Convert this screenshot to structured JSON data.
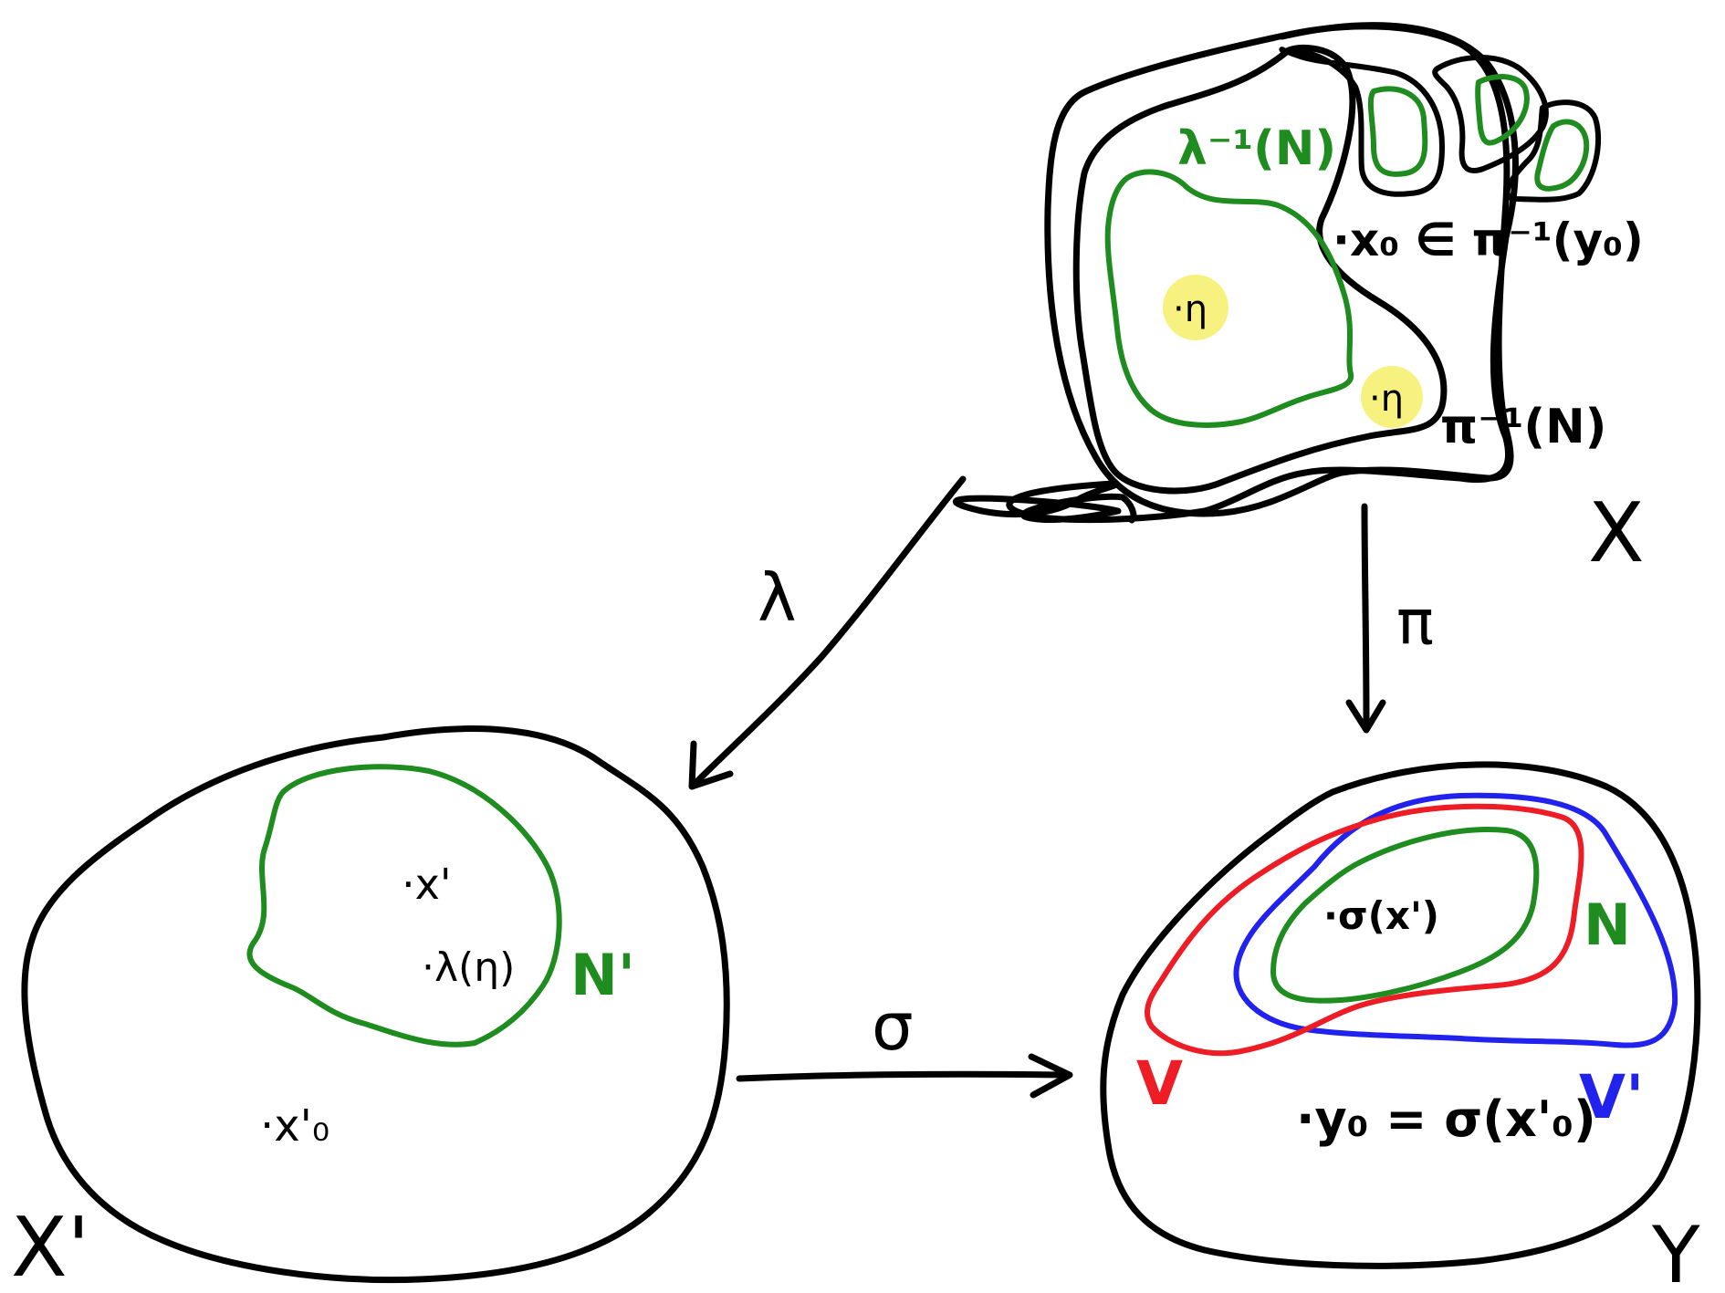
{
  "colors": {
    "ink": "#000000",
    "green": "#1e8c1e",
    "red": "#ee1c24",
    "blue": "#2222ee",
    "highlight": "#f6ee6a"
  },
  "labels": {
    "space_X": "X",
    "space_Y": "Y",
    "space_Xprime": "X'",
    "map_lambda": "λ",
    "map_pi": "π",
    "map_sigma": "σ",
    "lambda_inv_N": "λ⁻¹(N)",
    "pi_inv_N": "π⁻¹(N)",
    "x0_in_fiber": "·x₀ ∈ π⁻¹(y₀)",
    "eta_1": "·η",
    "eta_2": "·η",
    "N": "N",
    "N_prime": "N'",
    "V": "V",
    "V_prime": "V'",
    "sigma_x_prime": "·σ(x')",
    "y0_eq": "·y₀ = σ(x'₀)",
    "x_prime": "·x'",
    "lambda_eta": "·λ(η)",
    "x0_prime": "·x'₀"
  }
}
